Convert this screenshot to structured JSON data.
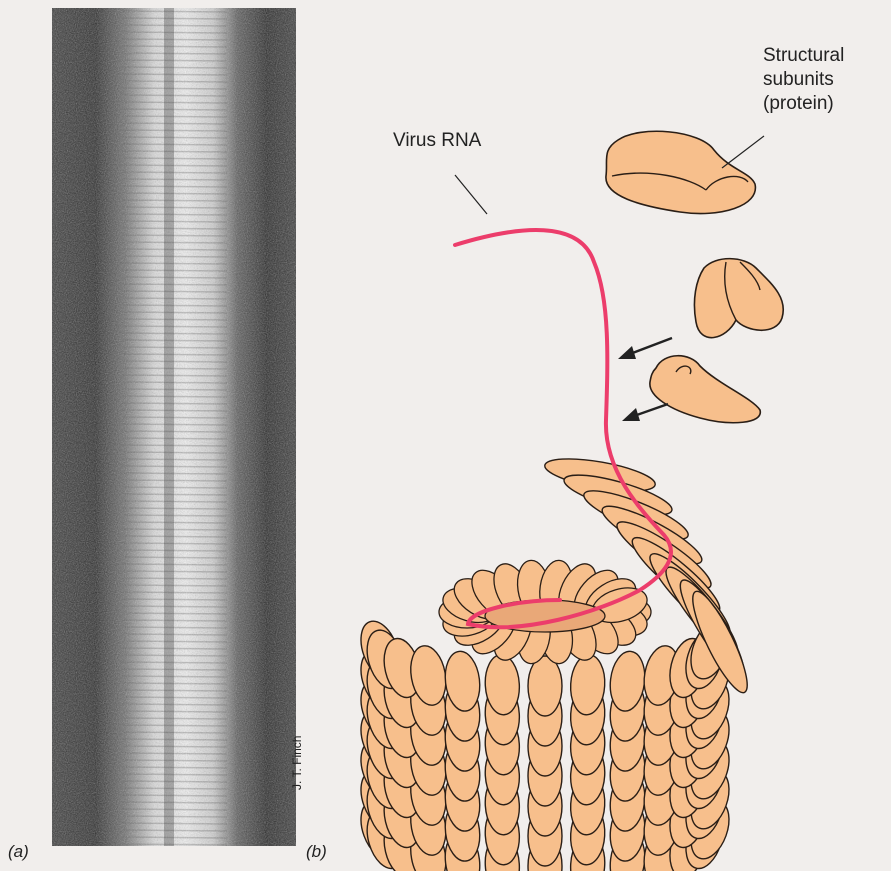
{
  "figure": {
    "panel_a_label": "(a)",
    "panel_b_label": "(b)",
    "photo_credit": "J. T. Finch",
    "labels": {
      "virus_rna": "Virus RNA",
      "structural_subunits_line1": "Structural",
      "structural_subunits_line2": "subunits",
      "structural_subunits_line3": "(protein)"
    }
  },
  "colors": {
    "background": "#f1eeec",
    "subunit_fill": "#f7bf8c",
    "subunit_outline": "#2a1e16",
    "rna_strand": "#ec3d6b",
    "arrow": "#222222"
  },
  "icons": {
    "arrow_1": "arrow-icon",
    "arrow_2": "arrow-icon"
  }
}
